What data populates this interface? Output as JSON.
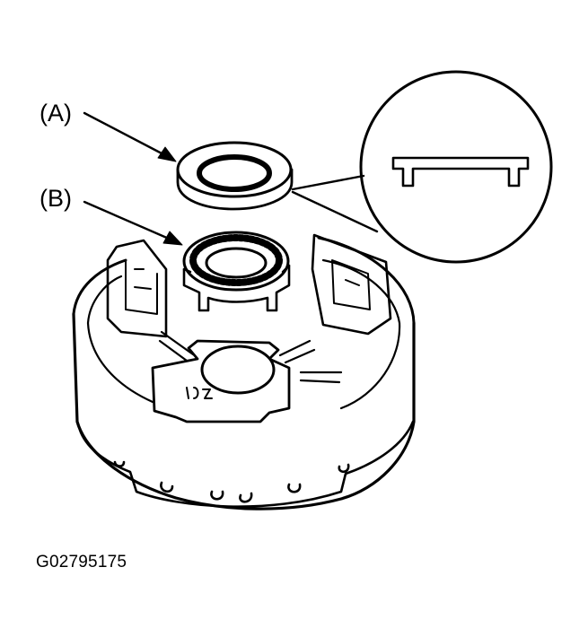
{
  "callouts": [
    {
      "id": "A",
      "label": "(A)",
      "part": "thrust-washer"
    },
    {
      "id": "B",
      "label": "(B)",
      "part": "thrust-needle-bearing"
    }
  ],
  "figure_id": "G02795175",
  "colors": {
    "ink": "#000000",
    "paper": "#ffffff"
  }
}
